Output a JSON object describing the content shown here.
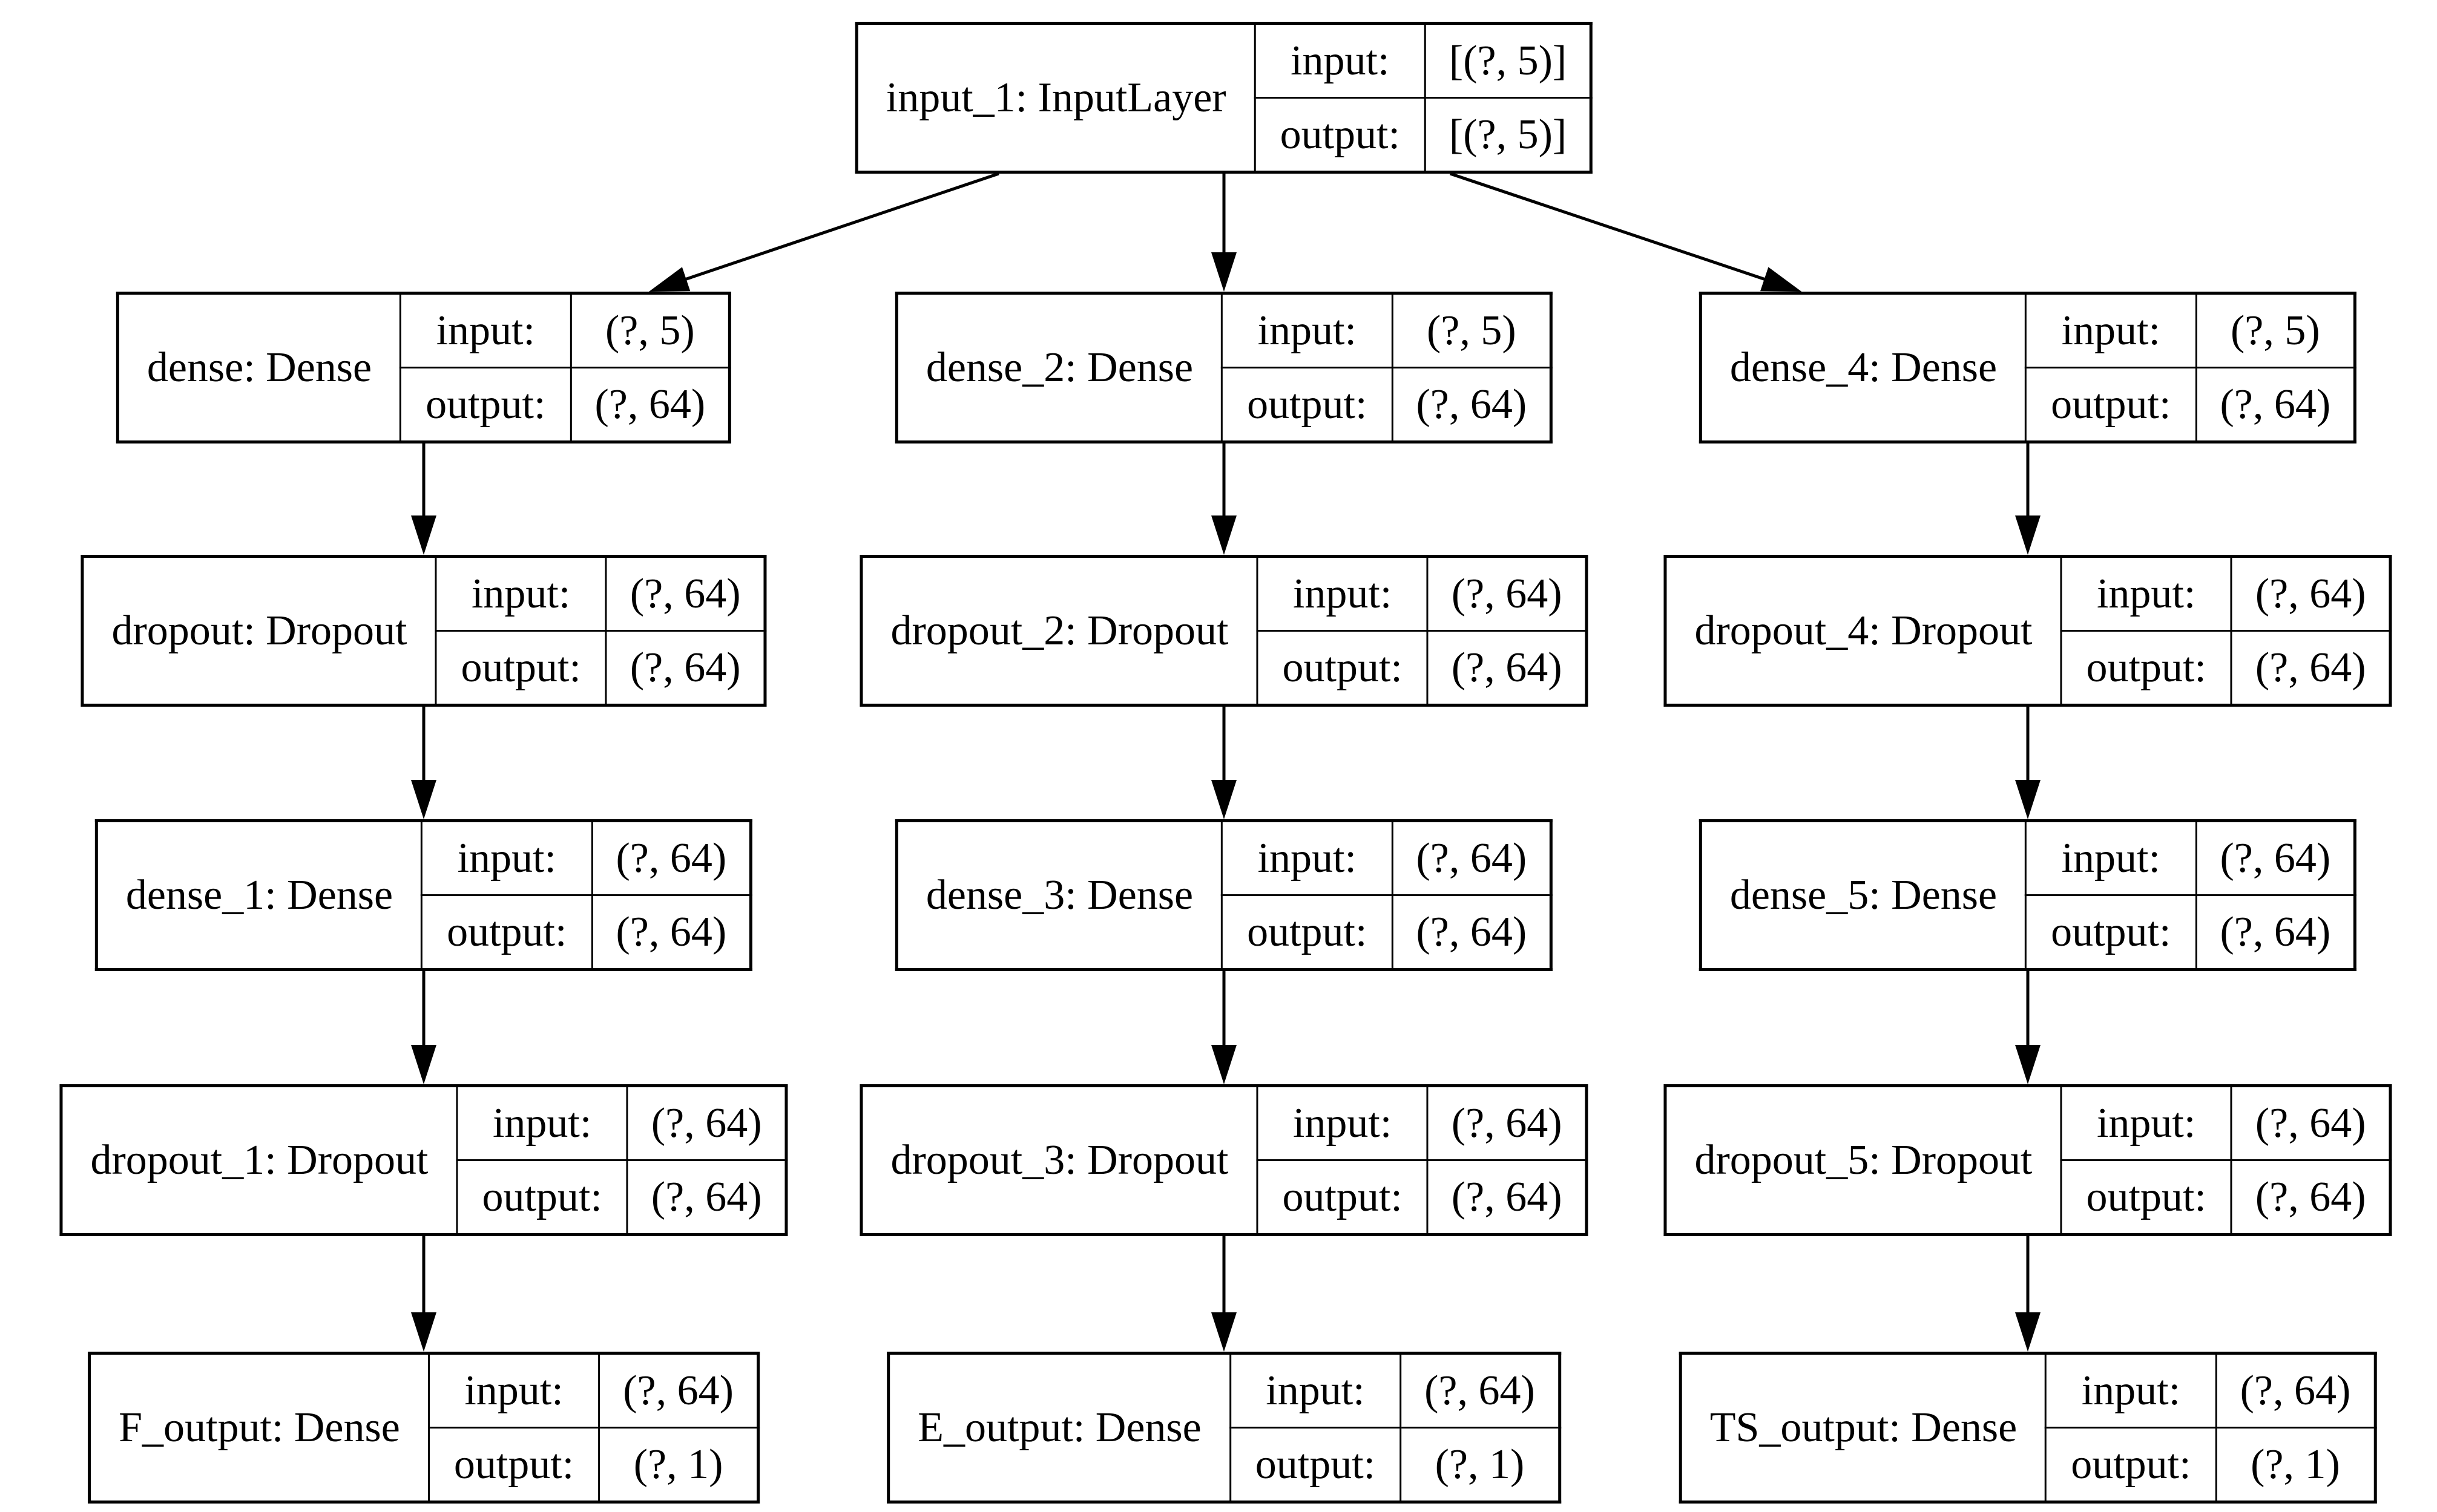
{
  "diagram": {
    "background_color": "#ffffff",
    "stroke_color": "#000000",
    "io_labels": {
      "input": "input:",
      "output": "output:"
    },
    "nodes": [
      {
        "id": "input_1",
        "name": "input_1: InputLayer",
        "input_shape": "[(?, 5)]",
        "output_shape": "[(?, 5)]"
      },
      {
        "id": "dense",
        "name": "dense: Dense",
        "input_shape": "(?, 5)",
        "output_shape": "(?, 64)"
      },
      {
        "id": "dense_2",
        "name": "dense_2: Dense",
        "input_shape": "(?, 5)",
        "output_shape": "(?, 64)"
      },
      {
        "id": "dense_4",
        "name": "dense_4: Dense",
        "input_shape": "(?, 5)",
        "output_shape": "(?, 64)"
      },
      {
        "id": "dropout",
        "name": "dropout: Dropout",
        "input_shape": "(?, 64)",
        "output_shape": "(?, 64)"
      },
      {
        "id": "dropout_2",
        "name": "dropout_2: Dropout",
        "input_shape": "(?, 64)",
        "output_shape": "(?, 64)"
      },
      {
        "id": "dropout_4",
        "name": "dropout_4: Dropout",
        "input_shape": "(?, 64)",
        "output_shape": "(?, 64)"
      },
      {
        "id": "dense_1",
        "name": "dense_1: Dense",
        "input_shape": "(?, 64)",
        "output_shape": "(?, 64)"
      },
      {
        "id": "dense_3",
        "name": "dense_3: Dense",
        "input_shape": "(?, 64)",
        "output_shape": "(?, 64)"
      },
      {
        "id": "dense_5",
        "name": "dense_5: Dense",
        "input_shape": "(?, 64)",
        "output_shape": "(?, 64)"
      },
      {
        "id": "dropout_1",
        "name": "dropout_1: Dropout",
        "input_shape": "(?, 64)",
        "output_shape": "(?, 64)"
      },
      {
        "id": "dropout_3",
        "name": "dropout_3: Dropout",
        "input_shape": "(?, 64)",
        "output_shape": "(?, 64)"
      },
      {
        "id": "dropout_5",
        "name": "dropout_5: Dropout",
        "input_shape": "(?, 64)",
        "output_shape": "(?, 64)"
      },
      {
        "id": "F_output",
        "name": "F_output: Dense",
        "input_shape": "(?, 64)",
        "output_shape": "(?, 1)"
      },
      {
        "id": "E_output",
        "name": "E_output: Dense",
        "input_shape": "(?, 64)",
        "output_shape": "(?, 1)"
      },
      {
        "id": "TS_output",
        "name": "TS_output: Dense",
        "input_shape": "(?, 64)",
        "output_shape": "(?, 1)"
      }
    ],
    "edges": [
      {
        "from": "input_1",
        "to": "dense"
      },
      {
        "from": "input_1",
        "to": "dense_2"
      },
      {
        "from": "input_1",
        "to": "dense_4"
      },
      {
        "from": "dense",
        "to": "dropout"
      },
      {
        "from": "dropout",
        "to": "dense_1"
      },
      {
        "from": "dense_1",
        "to": "dropout_1"
      },
      {
        "from": "dropout_1",
        "to": "F_output"
      },
      {
        "from": "dense_2",
        "to": "dropout_2"
      },
      {
        "from": "dropout_2",
        "to": "dense_3"
      },
      {
        "from": "dense_3",
        "to": "dropout_3"
      },
      {
        "from": "dropout_3",
        "to": "E_output"
      },
      {
        "from": "dense_4",
        "to": "dropout_4"
      },
      {
        "from": "dropout_4",
        "to": "dense_5"
      },
      {
        "from": "dense_5",
        "to": "dropout_5"
      },
      {
        "from": "dropout_5",
        "to": "TS_output"
      }
    ]
  }
}
